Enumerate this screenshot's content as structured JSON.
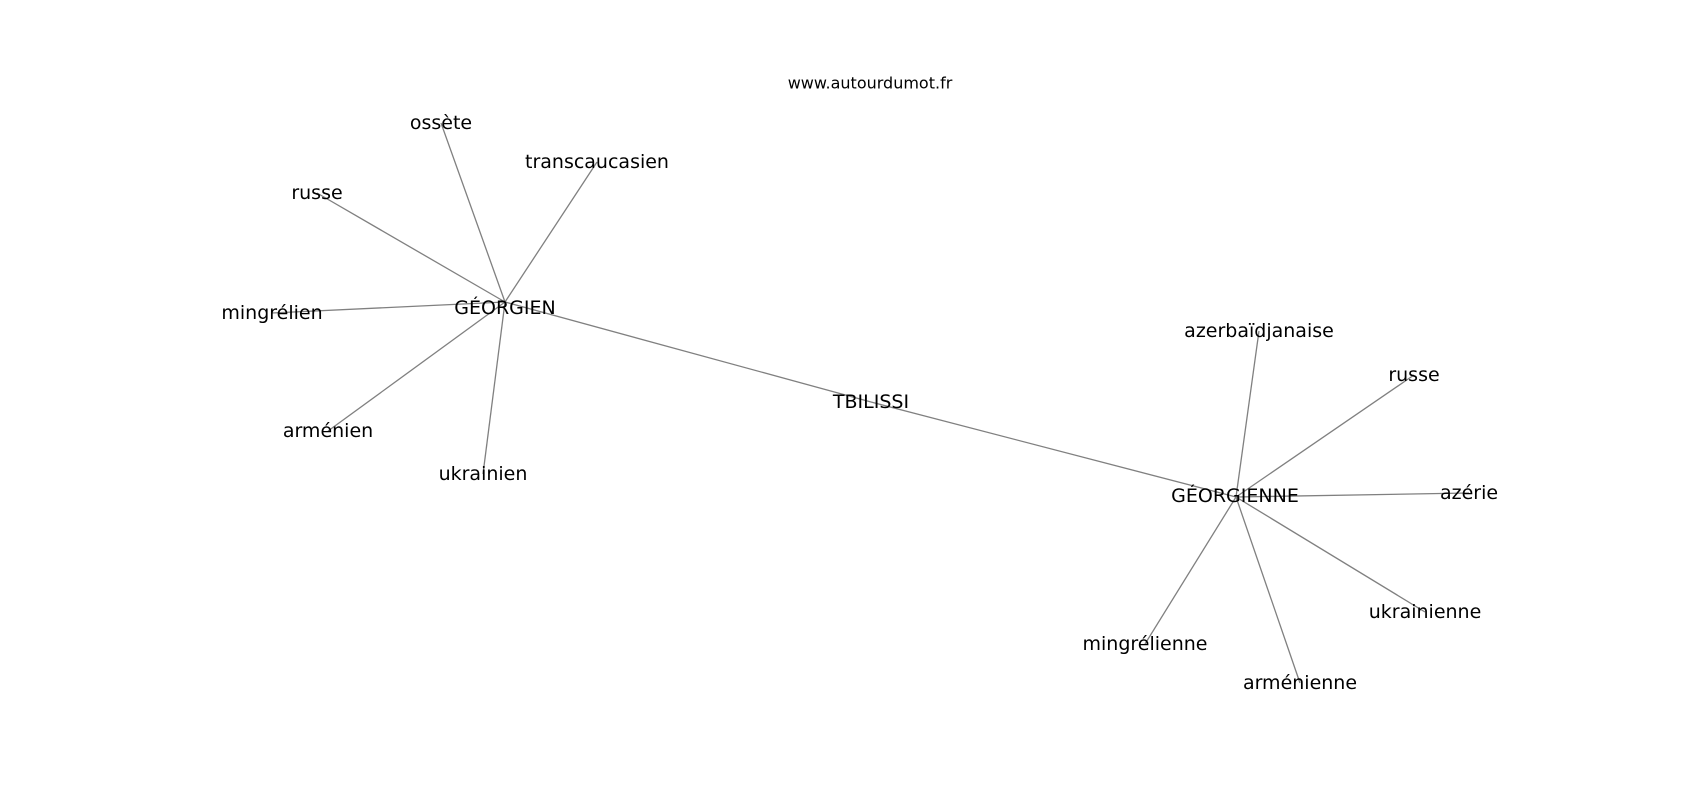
{
  "source": "www.autourdumot.fr",
  "graph": {
    "nodes": [
      {
        "id": "tbilissi",
        "label": "TBILISSI"
      },
      {
        "id": "georgien",
        "label": "GÉORGIEN"
      },
      {
        "id": "georgienne",
        "label": "GÉORGIENNE"
      },
      {
        "id": "ossete",
        "label": "ossète"
      },
      {
        "id": "transcaucasien",
        "label": "transcaucasien"
      },
      {
        "id": "russe-m",
        "label": "russe"
      },
      {
        "id": "mingrelien",
        "label": "mingrélien"
      },
      {
        "id": "armenien",
        "label": "arménien"
      },
      {
        "id": "ukrainien",
        "label": "ukrainien"
      },
      {
        "id": "azerbaidjanaise",
        "label": "azerbaïdjanaise"
      },
      {
        "id": "russe-f",
        "label": "russe"
      },
      {
        "id": "azerie",
        "label": "azérie"
      },
      {
        "id": "ukrainienne",
        "label": "ukrainienne"
      },
      {
        "id": "mingrelienne",
        "label": "mingrélienne"
      },
      {
        "id": "armenienne",
        "label": "arménienne"
      }
    ],
    "edges": [
      [
        "tbilissi",
        "georgien"
      ],
      [
        "tbilissi",
        "georgienne"
      ],
      [
        "georgien",
        "ossete"
      ],
      [
        "georgien",
        "transcaucasien"
      ],
      [
        "georgien",
        "russe-m"
      ],
      [
        "georgien",
        "mingrelien"
      ],
      [
        "georgien",
        "armenien"
      ],
      [
        "georgien",
        "ukrainien"
      ],
      [
        "georgienne",
        "azerbaidjanaise"
      ],
      [
        "georgienne",
        "russe-f"
      ],
      [
        "georgienne",
        "azerie"
      ],
      [
        "georgienne",
        "ukrainienne"
      ],
      [
        "georgienne",
        "mingrelienne"
      ],
      [
        "georgienne",
        "armenienne"
      ]
    ]
  }
}
